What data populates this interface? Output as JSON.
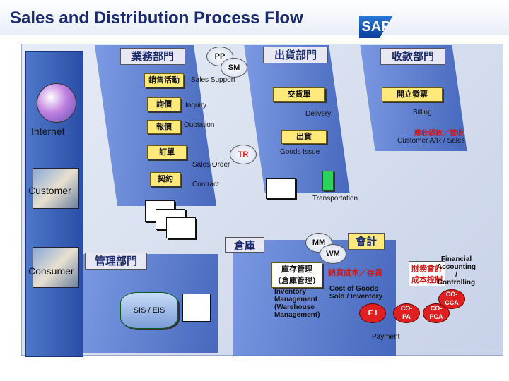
{
  "header": {
    "title": "Sales and Distribution Process Flow",
    "logo": "SAP"
  },
  "departments": {
    "sales_dept": "業務部門",
    "shipping_dept": "出貨部門",
    "receivable_dept": "收款部門",
    "warehouse": "倉庫",
    "accounting": "會計",
    "management_dept": "管理部門"
  },
  "modules": {
    "pp": "PP",
    "sm": "SM",
    "tr": "TR",
    "mm": "MM",
    "wm": "WM",
    "fi": "F I",
    "copa": "CO-\nPA",
    "copca": "CO-\nPCA",
    "co_cca": "CO-\nCCA",
    "sis_eis": "SIS / EIS"
  },
  "sales_steps": {
    "sales_activity": "銷售活動",
    "sales_support": "Sales Support",
    "inquiry_zh": "詢價",
    "inquiry_en": "Inquiry",
    "quotation_zh": "報價",
    "quotation_en": "Quotation",
    "order_zh": "訂單",
    "sales_order_en": "Sales Order",
    "contract_zh": "契約",
    "contract_en": "Contract"
  },
  "shipping_steps": {
    "delivery_zh": "交貨單",
    "delivery_en": "Delivery",
    "goods_issue_zh": "出貨",
    "goods_issue_en": "Goods Issue",
    "transportation_en": "Transportation"
  },
  "billing_steps": {
    "billing_zh": "開立發票",
    "billing_en": "Billing",
    "ar_zh": "應收帳款／營收",
    "ar_en": "Customer A/R  /  Sales"
  },
  "actors": {
    "internet": "Internet",
    "customer": "Customer",
    "consumer": "Consumer"
  },
  "warehouse_block": {
    "inv_zh": "庫存管理\n(倉庫管理)",
    "inv_en": "Inventory\nManagement\n(Warehouse\nManagement)",
    "cogs_zh": "銷貨成本／存貨",
    "cogs_en": "Cost of Goods\nSold / Inventory"
  },
  "finance_block": {
    "fin_zh": "財務會計\n成本控制",
    "fin_en": "Financial\nAccounting\n/\nControlling"
  },
  "payment": "Payment"
}
